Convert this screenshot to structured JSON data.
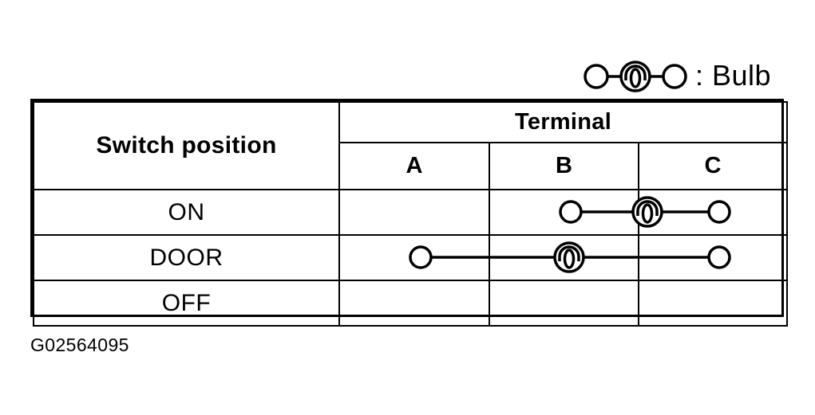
{
  "legend": {
    "symbol_name": "bulb-symbol",
    "text": ": Bulb",
    "terminals": 2,
    "description": "circle-line-bulb-line-circle"
  },
  "table": {
    "row_header_label": "Switch position",
    "group_header_label": "Terminal",
    "terminal_columns": [
      "A",
      "B",
      "C"
    ],
    "rows": [
      {
        "label": "ON",
        "connections": [
          "B",
          "C"
        ],
        "bulb_between": [
          "B",
          "C"
        ]
      },
      {
        "label": "DOOR",
        "connections": [
          "A",
          "C"
        ],
        "bulb_between": [
          "A",
          "C"
        ]
      },
      {
        "label": "OFF",
        "connections": [],
        "bulb_between": []
      }
    ]
  },
  "caption": "G02564095",
  "colors": {
    "ink": "#000000",
    "background": "#ffffff"
  }
}
